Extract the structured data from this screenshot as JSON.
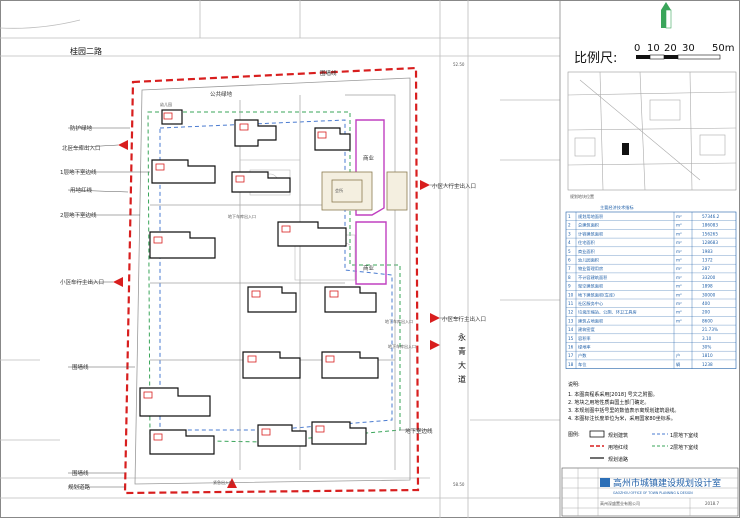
{
  "roads": {
    "north": "桂园二路",
    "east": "永青大道"
  },
  "elevations": {
    "north": "52.50",
    "south": "58.50"
  },
  "scale": {
    "label": "比例尺:",
    "ticks": [
      "0",
      "10",
      "20",
      "30",
      "50m"
    ]
  },
  "location_map_caption": "规划地块位置",
  "plan_labels": {
    "public_green": "公共绿地",
    "protect_green": "防护绿地",
    "exit_north": "北区车库出入口",
    "basement1": "1层地下室边线",
    "property_line": "用地红线",
    "basement2": "2层地下室边线",
    "car_entry": "小区车行主出入口",
    "fence1": "围墙线",
    "fence2": "围墙线",
    "fence3": "围墙线",
    "fence_top": "围墙线",
    "planning_road": "规划道路",
    "pedestrian": "小区人行主出入口",
    "car_exit_east": "小区车行主出入口",
    "basement_east": "地下室边线",
    "south_gate": "紧急出入口",
    "commerce1": "商业",
    "commerce2": "商业",
    "club": "会所",
    "ramp1": "地下车库出入口",
    "ramp2": "地下车库出入口",
    "ramp3": "地下车库出入口",
    "kindergarten": "幼儿园"
  },
  "econ_table": {
    "title": "主要经济技术指标",
    "rows": [
      [
        "规划用地面积",
        "m²",
        "57346.2"
      ],
      [
        "总建筑面积",
        "m²",
        "186083"
      ],
      [
        "计容建筑面积",
        "m²",
        "156265"
      ],
      [
        "住宅面积",
        "m²",
        "128683"
      ],
      [
        "商业面积",
        "m²",
        "1983"
      ],
      [
        "幼儿园面积",
        "m²",
        "1372"
      ],
      [
        "物业管理用房",
        "m²",
        "287"
      ],
      [
        "不计容建筑面积",
        "m²",
        "33200"
      ],
      [
        "架空建筑面积",
        "m²",
        "1898"
      ],
      [
        "地下建筑面积(车库)",
        "m²",
        "30000"
      ],
      [
        "社区服务中心",
        "m²",
        "400"
      ],
      [
        "垃圾压缩站、公厕、环卫工具房",
        "m²",
        "200"
      ],
      [
        "建筑占地面积",
        "m²",
        "8600"
      ],
      [
        "建筑密度",
        "",
        "21.73%"
      ],
      [
        "容积率",
        "",
        "3.10"
      ],
      [
        "绿地率",
        "",
        "30%"
      ],
      [
        "户数",
        "户",
        "1810"
      ],
      [
        "车位",
        "辆",
        "1238"
      ]
    ]
  },
  "notes": {
    "header": "说明:",
    "lines": [
      "1. 本图高程系采用[2018]  号文之附图。",
      "2. 地块之用地性质由国土部门确定。",
      "3. 本规划图中括号里的数值表示离规划建筑退线。",
      "4. 本图标注长度单位为米，采用国家80坐标系。"
    ]
  },
  "legend": {
    "title": "图例:",
    "items": [
      "规划建筑",
      "1层地下室线",
      "用地红线",
      "2层地下室线",
      "规划道路"
    ]
  },
  "titleblock": {
    "institute_cn": "高州市城镇建设规划设计室",
    "institute_en": "GAOZHOU OFFICE OF TOWN PLANNING & DESIGN",
    "client": "高州深盛置业有限公司",
    "date": "2018.7"
  },
  "colors": {
    "property_line": "#d81e1e",
    "basement1": "#4a7bd0",
    "basement2": "#3aa55a",
    "table": "#1f5fa8",
    "commerce": "#c040c0"
  }
}
